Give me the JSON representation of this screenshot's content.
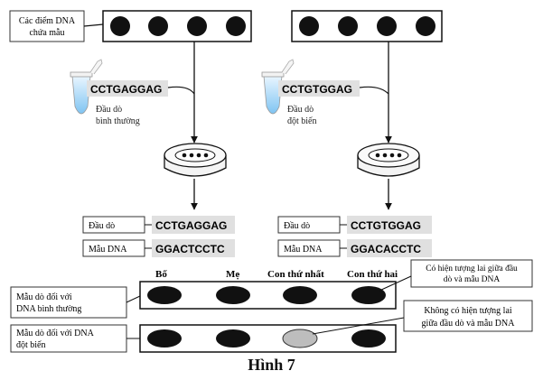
{
  "diagram": {
    "sample_label": [
      "Các điểm DNA",
      "chứa mẫu"
    ],
    "probe_normal_seq": "CCTGAGGAG",
    "probe_normal_label": [
      "Đầu dò",
      "bình thường"
    ],
    "probe_mutant_seq": "CCTGTGGAG",
    "probe_mutant_label": [
      "Đầu dò",
      "đột biến"
    ],
    "left_probe_tag": "Đầu dò",
    "left_probe_value": "CCTGAGGAG",
    "left_dna_tag": "Mẫu DNA",
    "left_dna_value": "GGACTCCTC",
    "right_probe_tag": "Đầu dò",
    "right_probe_value": "CCTGTGGAG",
    "right_dna_tag": "Mẫu DNA",
    "right_dna_value": "GGACACCTC",
    "columns": [
      "Bố",
      "Mẹ",
      "Con thứ nhất",
      "Con thứ hai"
    ],
    "row1_label": [
      "Mẫu dò đối với",
      "DNA bình thường"
    ],
    "row2_label": [
      "Mẫu dò đối với DNA",
      "đột biến"
    ],
    "callout_hybrid": [
      "Có hiện tượng lai giữa đầu",
      "dò và mẫu DNA"
    ],
    "callout_no_hybrid": [
      "Không có hiện tượng lai",
      "giữa đầu dò và mẫu DNA"
    ],
    "row1_results": [
      "hybrid",
      "hybrid",
      "hybrid",
      "hybrid"
    ],
    "row2_results": [
      "hybrid",
      "hybrid",
      "none",
      "hybrid"
    ]
  },
  "caption": "Hình 7"
}
